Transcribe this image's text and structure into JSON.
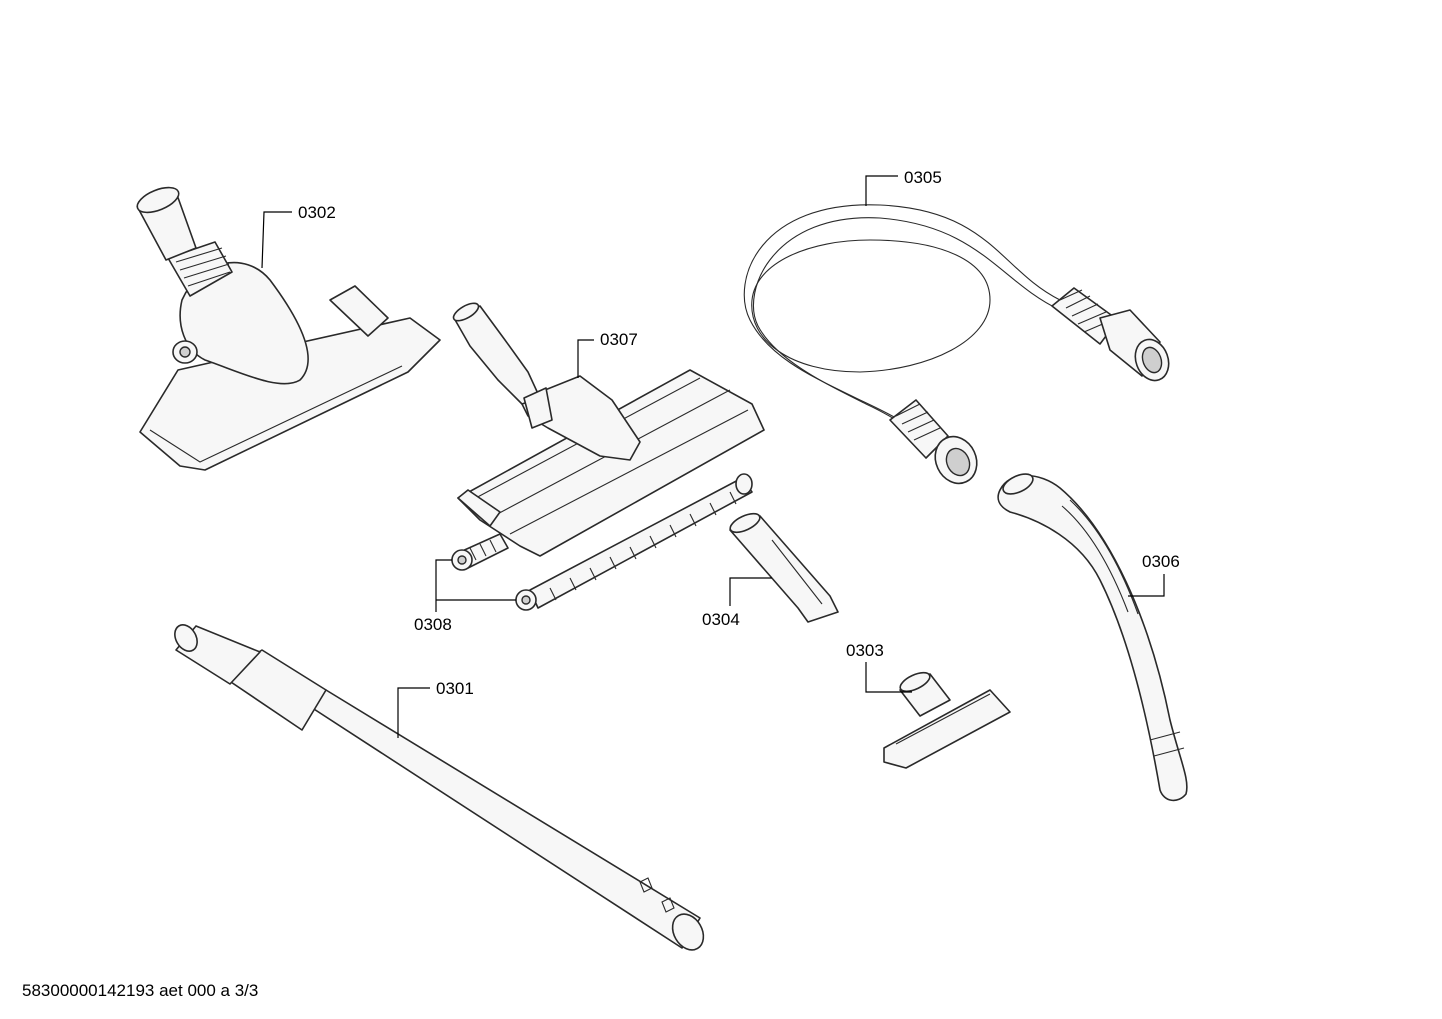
{
  "callouts": {
    "c0301": "0301",
    "c0302": "0302",
    "c0303": "0303",
    "c0304": "0304",
    "c0305": "0305",
    "c0306": "0306",
    "c0307": "0307",
    "c0308": "0308"
  },
  "footer": {
    "document_id": "58300000142193 aet 000 a 3/3"
  },
  "colors": {
    "line": "#2a2a2a",
    "fill": "#f7f7f7",
    "background": "#ffffff"
  }
}
